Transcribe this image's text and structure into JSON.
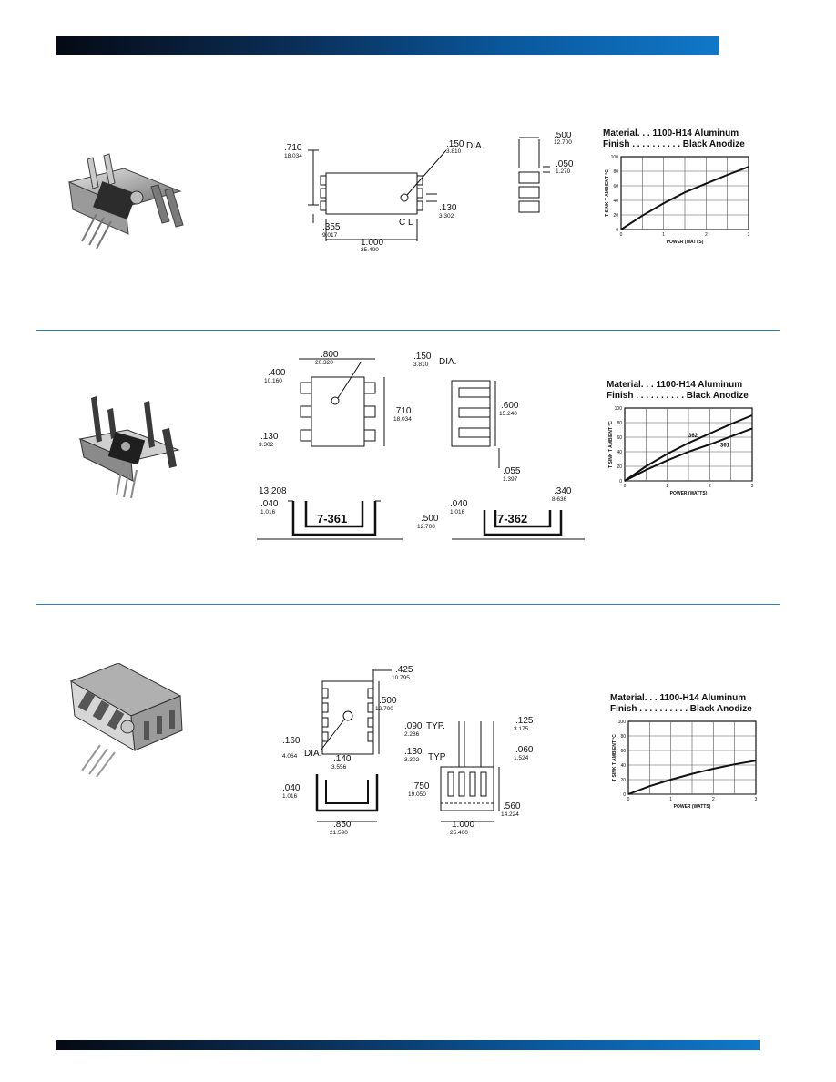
{
  "sections": [
    {
      "material": "Material. . . 1100-H14 Aluminum",
      "finish": "Finish . . . . . . . . . . Black Anodize",
      "dims": {
        "d1_in": ".710",
        "d1_mm": "18.034",
        "d2_in": ".150",
        "d2_mm": "3.810",
        "dia": "DIA.",
        "d3_in": ".355",
        "d3_mm": "9.017",
        "d4_in": "1.000",
        "d4_mm": "25.400",
        "d5_in": ".130",
        "d5_mm": "3.302",
        "d6_in": ".500",
        "d6_mm": "12.700",
        "d7_in": ".050",
        "d7_mm": "1.270",
        "cl": "C L"
      },
      "chart": {
        "ylabel": "T SINK T AMBIENT °C",
        "xlabel": "POWER (WATTS)",
        "yticks": [
          "100",
          "80",
          "60",
          "40",
          "20",
          "0"
        ],
        "xticks": [
          "0",
          "1",
          "2",
          "3"
        ]
      }
    },
    {
      "material": "Material. . . 1100-H14 Aluminum",
      "finish": "Finish . . . . . . . . . . Black Anodize",
      "dims": {
        "d1_in": ".800",
        "d1_mm": "20.320",
        "d2_in": ".150",
        "d2_mm": "3.810",
        "dia": "DIA.",
        "d3_in": ".400",
        "d3_mm": "10.160",
        "d4_in": ".710",
        "d4_mm": "18.034",
        "d5_in": ".130",
        "d5_mm": "3.302",
        "d6_in": ".600",
        "d6_mm": "15.240",
        "d7_in": ".055",
        "d7_mm": "1.397",
        "d8": "13.208",
        "d9_in": ".040",
        "d9_mm": "1.016",
        "d10_in": ".500",
        "d10_mm": "12.700",
        "d11_in": ".040",
        "d11_mm": "1.016",
        "d12_in": ".340",
        "d12_mm": "8.636",
        "part_a": "7-361",
        "part_b": "7-362"
      },
      "chart": {
        "ylabel": "T SINK T AMBIENT °C",
        "xlabel": "POWER (WATTS)",
        "yticks": [
          "100",
          "80",
          "60",
          "40",
          "20",
          "0"
        ],
        "xticks": [
          "0",
          "1",
          "2",
          "3"
        ],
        "series_labels": [
          "362",
          "361"
        ]
      }
    },
    {
      "material": "Material. . . 1100-H14 Aluminum",
      "finish": "Finish . . . . . . . . . . Black Anodize",
      "dims": {
        "d1_in": ".425",
        "d1_mm": "10.795",
        "d2_in": ".500",
        "d2_mm": "12.700",
        "d3_in": ".160",
        "d3_mm": "4.064",
        "dia": "DIA.",
        "d4_in": ".140",
        "d4_mm": "3.556",
        "d5_in": ".040",
        "d5_mm": "1.016",
        "d6_in": ".850",
        "d6_mm": "21.590",
        "d7_in": ".090",
        "d7_mm": "2.286",
        "typ": "TYP.",
        "d8_in": ".125",
        "d8_mm": "3.175",
        "d9_in": ".130",
        "d9_mm": "3.302",
        "typ2": "TYP",
        "d10_in": ".060",
        "d10_mm": "1.524",
        "d11_in": ".750",
        "d11_mm": "19.050",
        "d12_in": ".560",
        "d12_mm": "14.224",
        "d13_in": "1.000",
        "d13_mm": "25.400"
      },
      "chart": {
        "ylabel": "T SINK T AMBIENT °C",
        "xlabel": "POWER (WATTS)",
        "yticks": [
          "100",
          "80",
          "60",
          "40",
          "20",
          "0"
        ],
        "xticks": [
          "0",
          "1",
          "2",
          "3"
        ]
      }
    }
  ],
  "chart_data": [
    {
      "type": "line",
      "xlabel": "POWER (WATTS)",
      "ylabel": "T SINK T AMBIENT °C",
      "xlim": [
        0,
        3
      ],
      "ylim": [
        0,
        100
      ],
      "grid": true,
      "series": [
        {
          "x": [
            0,
            0.5,
            1,
            1.5,
            2,
            2.5,
            3
          ],
          "y": [
            0,
            19,
            36,
            51,
            63,
            75,
            86
          ]
        }
      ]
    },
    {
      "type": "line",
      "xlabel": "POWER (WATTS)",
      "ylabel": "T SINK T AMBIENT °C",
      "xlim": [
        0,
        3
      ],
      "ylim": [
        0,
        100
      ],
      "grid": true,
      "series": [
        {
          "name": "362",
          "x": [
            0,
            0.5,
            1,
            1.5,
            2,
            2.5,
            3
          ],
          "y": [
            0,
            20,
            37,
            52,
            65,
            78,
            90
          ]
        },
        {
          "name": "361",
          "x": [
            0,
            0.5,
            1,
            1.5,
            2,
            2.5,
            3
          ],
          "y": [
            0,
            15,
            28,
            40,
            50,
            61,
            72
          ]
        }
      ]
    },
    {
      "type": "line",
      "xlabel": "POWER (WATTS)",
      "ylabel": "T SINK T AMBIENT °C",
      "xlim": [
        0,
        3
      ],
      "ylim": [
        0,
        100
      ],
      "grid": true,
      "series": [
        {
          "x": [
            0,
            0.5,
            1,
            1.5,
            2,
            2.5,
            3
          ],
          "y": [
            0,
            11,
            20,
            28,
            35,
            41,
            46
          ]
        }
      ]
    }
  ]
}
